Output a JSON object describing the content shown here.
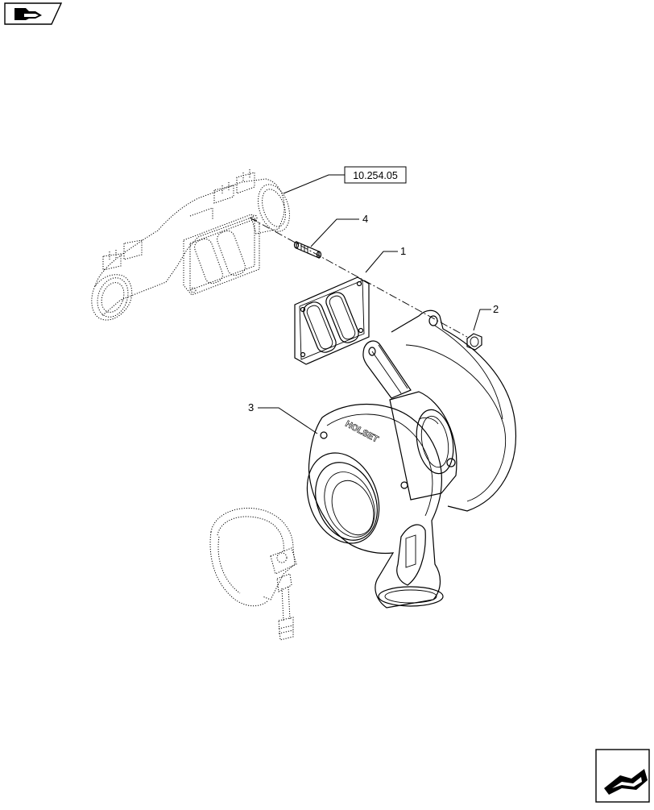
{
  "nav": {
    "back_icon": "book-back-icon",
    "next_icon": "book-next-icon"
  },
  "brand_text": "HOLSET",
  "reference_box": "10.254.05",
  "callouts": [
    {
      "label": "4",
      "part": "stud"
    },
    {
      "label": "1",
      "part": "gasket"
    },
    {
      "label": "2",
      "part": "nut"
    },
    {
      "label": "3",
      "part": "turbocharger"
    }
  ]
}
